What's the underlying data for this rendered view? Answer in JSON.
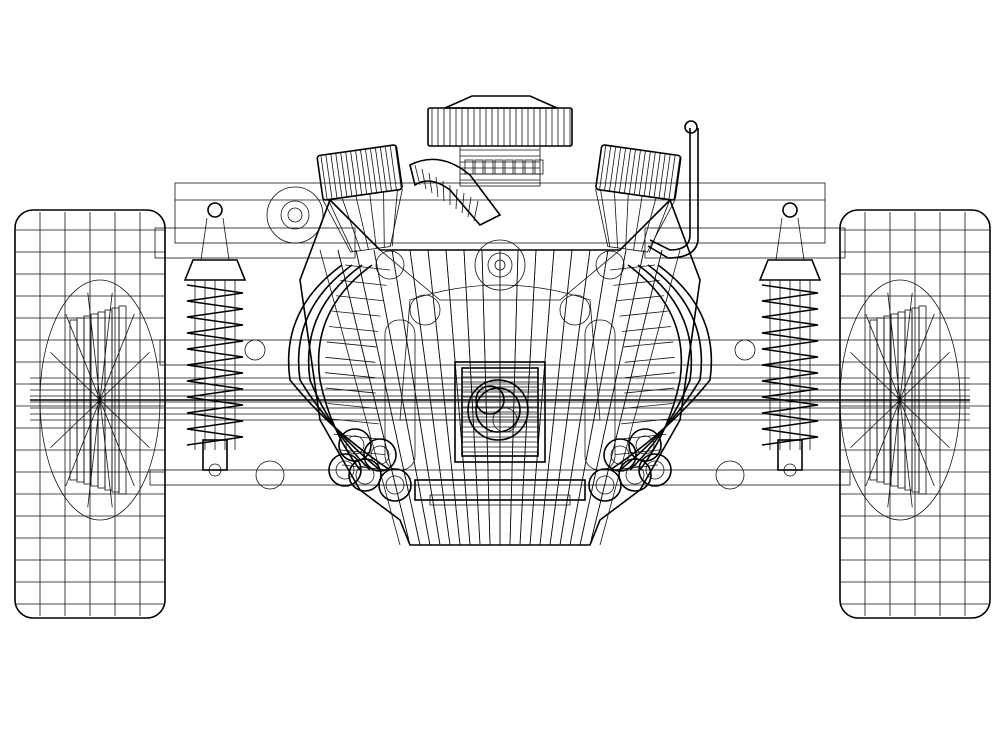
{
  "drawing": {
    "colors": {
      "background": "#ffffff",
      "line": "#111111"
    },
    "parts": [
      "left-wheel",
      "right-wheel",
      "left-shock-spring",
      "right-shock-spring",
      "air-cleaner",
      "left-valve-cover",
      "right-valve-cover",
      "engine-block",
      "left-exhaust-header",
      "right-exhaust-header",
      "crank-pulley",
      "axle",
      "dipstick-tube"
    ]
  }
}
